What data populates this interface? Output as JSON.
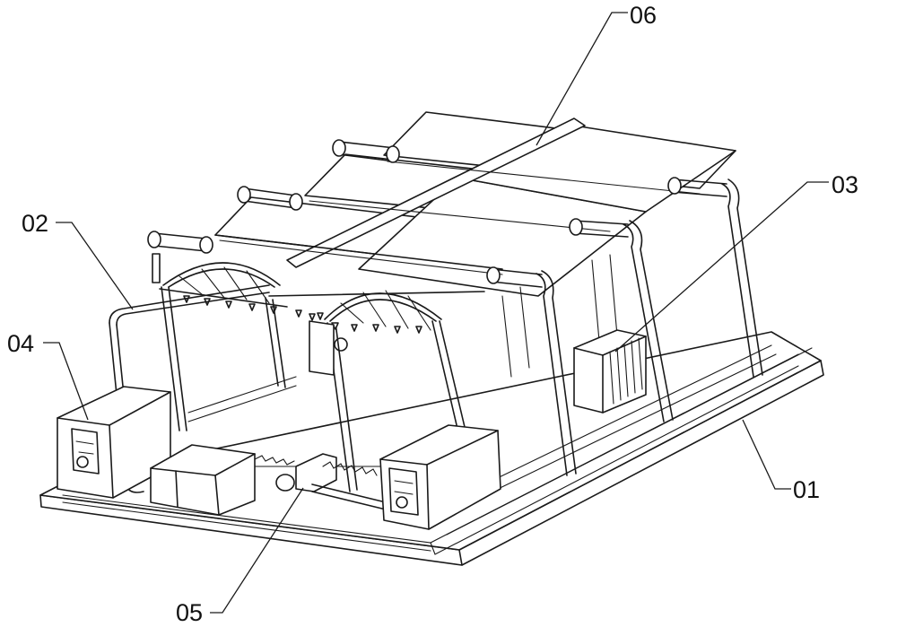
{
  "labels": {
    "base": "01",
    "frame": "02",
    "cabinet": "03",
    "control_box": "04",
    "drive": "05",
    "solar_panel": "06"
  }
}
